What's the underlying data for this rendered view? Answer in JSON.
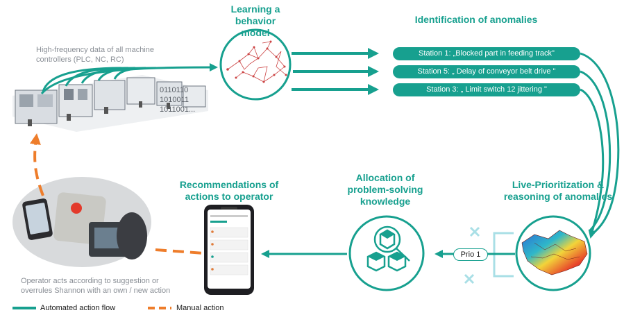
{
  "headings": {
    "learning": [
      "Learning a",
      "behavior model"
    ],
    "identification": "Identification of anomalies",
    "live": [
      "Live-Prioritization &",
      "reasoning of anomalies"
    ],
    "allocation": [
      "Allocation of",
      "problem-solving",
      "knowledge"
    ],
    "recommendations": [
      "Recommendations of",
      "actions to operator"
    ]
  },
  "hf_data": [
    "High-frequency data of all machine",
    "controllers (PLC, NC, RC)"
  ],
  "binary": [
    "0110110",
    "1010011",
    "1011001..."
  ],
  "stations": [
    "Station 1: „Blocked part in feeding  track\"",
    "Station 5: „ Delay of conveyor belt drive  \"",
    "Station 3: „  Limit switch 12 jittering \""
  ],
  "prio_label": "Prio 1",
  "operator_text": [
    "Operator acts according to suggestion or",
    "overrules Shannon with an own / new action"
  ],
  "legend": {
    "automated": "Automated action flow",
    "manual": "Manual action"
  },
  "colors": {
    "teal": "#17a08f",
    "orange": "#ee7d2b",
    "grey_text": "#8a8f96",
    "light_teal": "#a9dfe6"
  }
}
